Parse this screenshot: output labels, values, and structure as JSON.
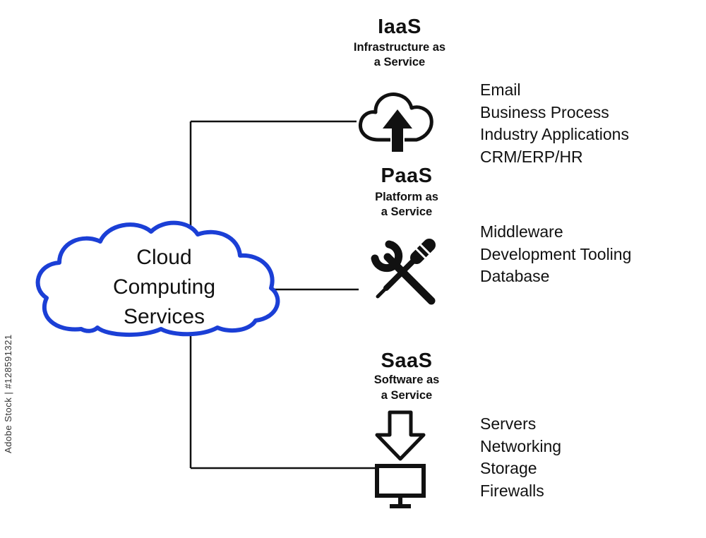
{
  "watermark": "Adobe Stock | #128591321",
  "colors": {
    "cloud_stroke": "#1b3fd6",
    "line": "#111111",
    "icon": "#111111"
  },
  "cloud": {
    "line1": "Cloud",
    "line2": "Computing",
    "line3": "Services"
  },
  "sections": [
    {
      "acronym": "IaaS",
      "subtitle": [
        "Infrastructure as",
        "a Service"
      ],
      "icon": "cloud-upload-icon",
      "items": [
        "Email",
        "Business Process",
        "Industry Applications",
        "CRM/ERP/HR"
      ]
    },
    {
      "acronym": "PaaS",
      "subtitle": [
        "Platform as",
        "a Service"
      ],
      "icon": "tools-icon",
      "items": [
        "Middleware",
        "Development Tooling",
        "Database"
      ]
    },
    {
      "acronym": "SaaS",
      "subtitle": [
        "Software as",
        "a Service"
      ],
      "icon": "download-to-monitor-icon",
      "items": [
        "Servers",
        "Networking",
        "Storage",
        "Firewalls"
      ]
    }
  ]
}
